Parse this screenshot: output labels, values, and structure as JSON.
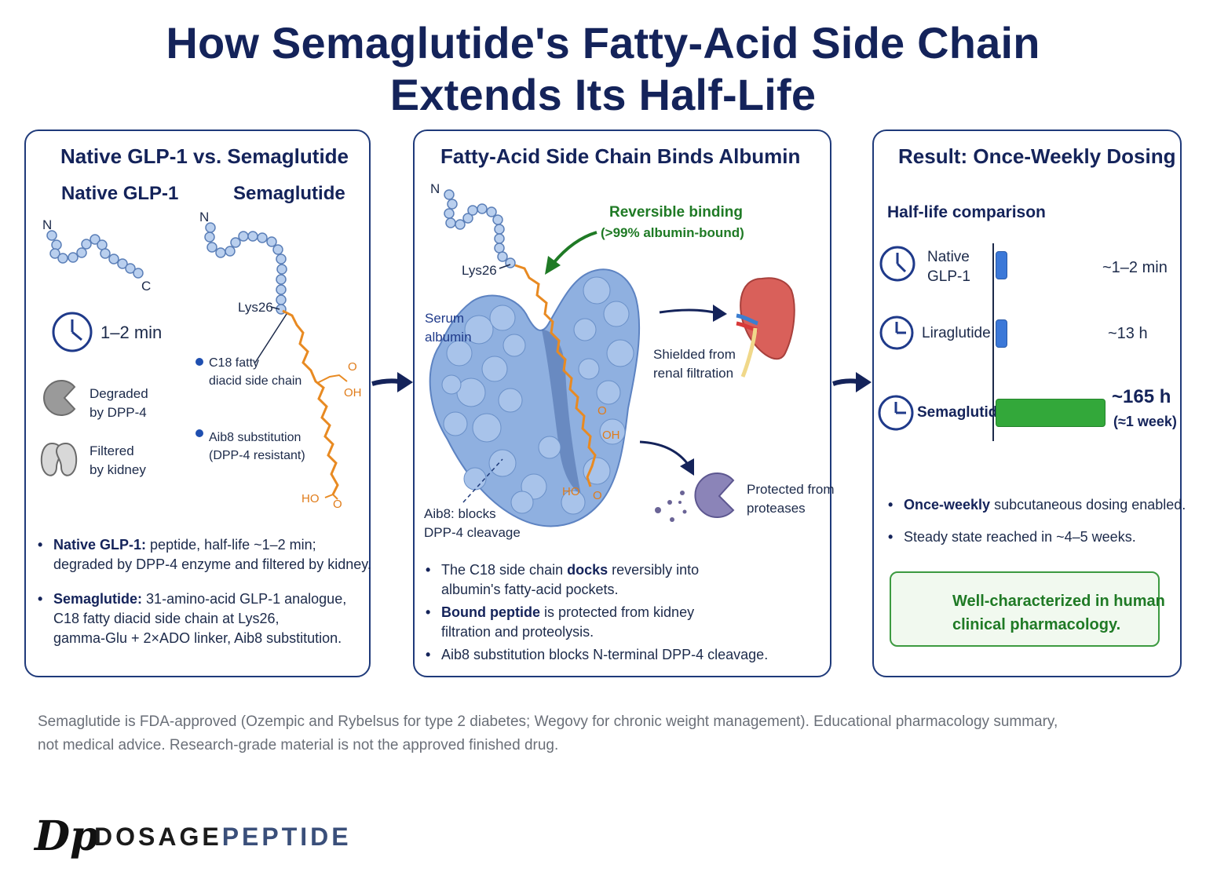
{
  "title": {
    "line1": "How Semaglutide's Fatty-Acid Side Chain",
    "line2": "Extends Its Half-Life"
  },
  "panel1": {
    "title": "Native GLP-1 vs. Semaglutide",
    "col_native": "Native GLP-1",
    "col_sema": "Semaglutide",
    "n_label_native": "N",
    "c_label_native": "C",
    "n_label_sema": "N",
    "lys26": "Lys26",
    "oh_top": "OH",
    "o_top": "O",
    "ho_bottom": "HO",
    "o_bottom": "O",
    "clock_time": "1–2 min",
    "degraded_line1": "Degraded",
    "degraded_line2": "by DPP-4",
    "filtered_line1": "Filtered",
    "filtered_line2": "by kidney",
    "c18_line1": "C18 fatty",
    "c18_line2": "diacid side chain",
    "aib8_line1": "Aib8 substitution",
    "aib8_line2": "(DPP-4 resistant)",
    "bullet1_bold": "Native GLP-1:",
    "bullet1_rest": "peptide, half-life ~1–2 min;",
    "bullet1_line2": "degraded by DPP-4 enzyme and filtered by kidney.",
    "bullet2_bold": "Semaglutide:",
    "bullet2_rest": "31-amino-acid GLP-1 analogue,",
    "bullet2_line2": "C18 fatty diacid side chain at Lys26,",
    "bullet2_line3": "gamma-Glu + 2×ADO linker, Aib8 substitution."
  },
  "panel2": {
    "title": "Fatty-Acid Side Chain Binds Albumin",
    "n_label": "N",
    "lys26": "Lys26",
    "serum_line1": "Serum",
    "serum_line2": "albumin",
    "reversible_line1": "Reversible binding",
    "reversible_line2": "(>99% albumin-bound)",
    "shielded_line1": "Shielded from",
    "shielded_line2": "renal filtration",
    "protected_line1": "Protected from",
    "protected_line2": "proteases",
    "aib8_line1": "Aib8: blocks",
    "aib8_line2": "DPP-4 cleavage",
    "oh_label": "OH",
    "ho_label": "HO",
    "o_label1": "O",
    "o_label2": "O",
    "b1_pre": "The C18 side chain",
    "b1_bold": "docks",
    "b1_post": "reversibly into",
    "b1_line2": "albumin's fatty-acid pockets.",
    "b2_bold": "Bound peptide",
    "b2_post": "is protected from kidney",
    "b2_line2": "filtration and proteolysis.",
    "b3": "Aib8 substitution blocks N-terminal DPP-4 cleavage."
  },
  "panel3": {
    "title": "Result: Once-Weekly Dosing",
    "subtitle": "Half-life comparison",
    "rows": [
      {
        "name_line1": "Native",
        "name_line2": "GLP-1",
        "value": "~1–2 min",
        "fraction": 0.0001
      },
      {
        "name_line1": "Liraglutide",
        "name_line2": "",
        "value": "~13 h",
        "fraction": 0.079
      },
      {
        "name_line1": "Semaglutide",
        "name_line2": "",
        "value": "~165 h",
        "value2": "(≈1 week)",
        "fraction": 1.0
      }
    ],
    "b1_bold": "Once-weekly",
    "b1_rest": "subcutaneous dosing enabled.",
    "b2": "Steady state reached in ~4–5 weeks.",
    "callout_line1": "Well-characterized in human",
    "callout_line2": "clinical pharmacology."
  },
  "footnote": {
    "line1": "Semaglutide is FDA-approved (Ozempic and Rybelsus for type 2 diabetes; Wegovy for chronic weight management). Educational pharmacology summary,",
    "line2": "not medical advice. Research-grade material is not the approved finished drug."
  },
  "logo": {
    "mark": "Dp",
    "word1": "DOSAGE",
    "word2": "PEPTIDE"
  },
  "colors": {
    "navy": "#14235a",
    "bead_blue": "#a9c4e8",
    "chain_orange": "#e88a22",
    "bar_blue": "#3b78d8",
    "bar_green": "#33a83a",
    "albumin_blue": "#7ea2d8",
    "kidney_red": "#d9605a",
    "protease_purple": "#8b84b8"
  }
}
